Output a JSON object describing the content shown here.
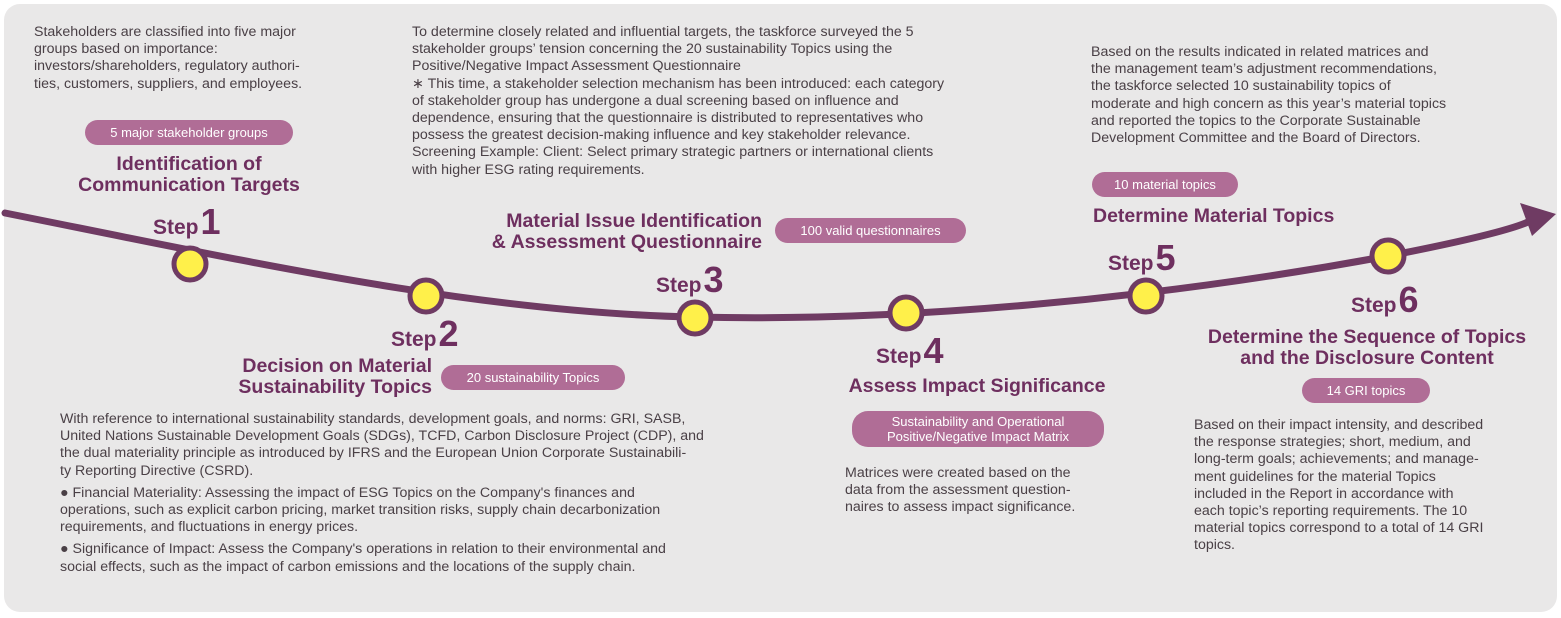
{
  "steps": [
    {
      "word": "Step",
      "num": "1",
      "title": [
        "Identification of",
        "Communication Targets"
      ],
      "badge": "5 major stakeholder groups",
      "text": [
        "Stakeholders are classified into five major",
        "groups based on importance:",
        "investors/shareholders, regulatory authori-",
        "ties, customers, suppliers, and employees."
      ]
    },
    {
      "word": "Step",
      "num": "2",
      "title": [
        "Decision on Material",
        "Sustainability Topics"
      ],
      "badge": "20 sustainability Topics",
      "text": [
        "With reference to international sustainability standards, development goals, and norms: GRI, SASB,",
        "United Nations Sustainable Development Goals (SDGs), TCFD, Carbon Disclosure Project (CDP), and",
        "the dual materiality principle as introduced by IFRS and the European Union Corporate Sustainabili-",
        "ty Reporting Directive (CSRD)."
      ],
      "bullet1": [
        "● Financial Materiality: Assessing the impact of ESG Topics on the Company's finances and",
        "operations, such as explicit carbon pricing, market transition risks, supply chain decarbonization",
        "requirements, and fluctuations in energy prices."
      ],
      "bullet2": [
        "● Significance of Impact: Assess the Company's operations in relation to their environmental and",
        "social effects, such as the impact of carbon emissions and the locations of the supply chain."
      ]
    },
    {
      "word": "Step",
      "num": "3",
      "title": [
        "Material Issue Identification",
        "& Assessment Questionnaire"
      ],
      "badge": "100 valid questionnaires",
      "text": [
        "To determine closely related and influential targets, the taskforce surveyed the 5",
        "stakeholder groups’ tension concerning the 20 sustainability Topics using the",
        "Positive/Negative Impact Assessment Questionnaire",
        "∗ This time, a stakeholder selection mechanism has been introduced: each category",
        "of stakeholder group has undergone a dual screening based on influence and",
        "dependence, ensuring that the questionnaire is distributed to representatives who",
        "possess the greatest decision-making influence and key stakeholder relevance.",
        "Screening Example: Client: Select primary strategic partners or international clients",
        "with higher ESG rating requirements."
      ]
    },
    {
      "word": "Step",
      "num": "4",
      "title": [
        "Assess Impact Significance"
      ],
      "badge": [
        "Sustainability and Operational",
        "Positive/Negative Impact Matrix"
      ],
      "text": [
        "Matrices were created based on the",
        "data from the assessment question-",
        "naires to assess impact significance."
      ]
    },
    {
      "word": "Step",
      "num": "5",
      "title": [
        "Determine Material Topics"
      ],
      "badge": "10 material topics",
      "text": [
        "Based on the results indicated in related matrices and",
        "the management team’s adjustment recommendations,",
        "the taskforce selected 10 sustainability topics of",
        "moderate and high concern as this year’s material topics",
        "and reported the topics to the Corporate Sustainable",
        "Development Committee and the Board of Directors."
      ]
    },
    {
      "word": "Step",
      "num": "6",
      "title": [
        "Determine the Sequence of Topics",
        "and the Disclosure Content"
      ],
      "badge": "14 GRI topics",
      "text": [
        "Based on their impact intensity, and described",
        "the response strategies; short, medium, and",
        "long-term goals; achievements; and manage-",
        "ment guidelines for the material Topics",
        "included in the Report in accordance with",
        "each topic’s reporting requirements. The 10",
        "material topics correspond to a total of 14 GRI",
        "topics."
      ]
    }
  ],
  "colors": {
    "curve": "#6f3b63",
    "node_fill": "#fff04a",
    "badge": "#b06d96",
    "title": "#6e2f5f",
    "panel": "#e9e8e8"
  }
}
